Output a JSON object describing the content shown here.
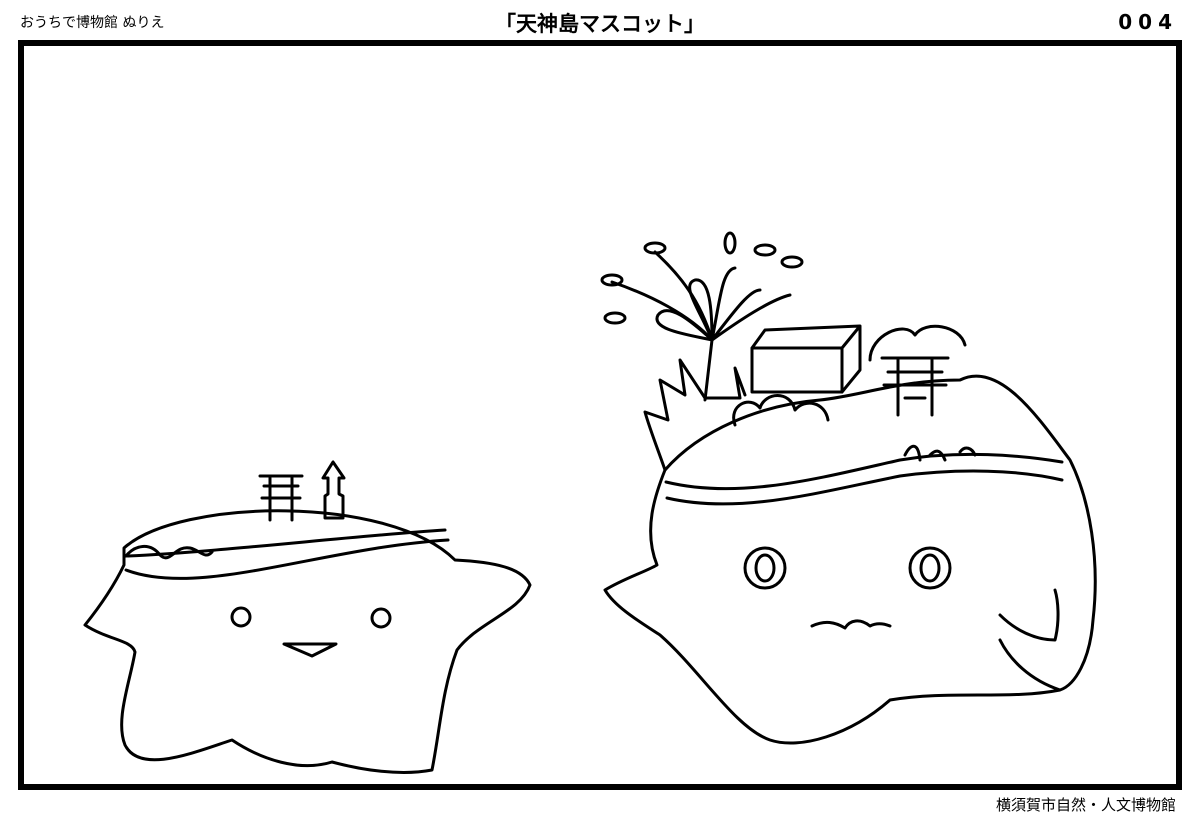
{
  "header": {
    "series_label": "おうちで博物館 ぬりえ",
    "title": "「天神島マスコット」",
    "page_number": "004"
  },
  "footer": {
    "publisher": "横須賀市自然・人文博物館"
  }
}
